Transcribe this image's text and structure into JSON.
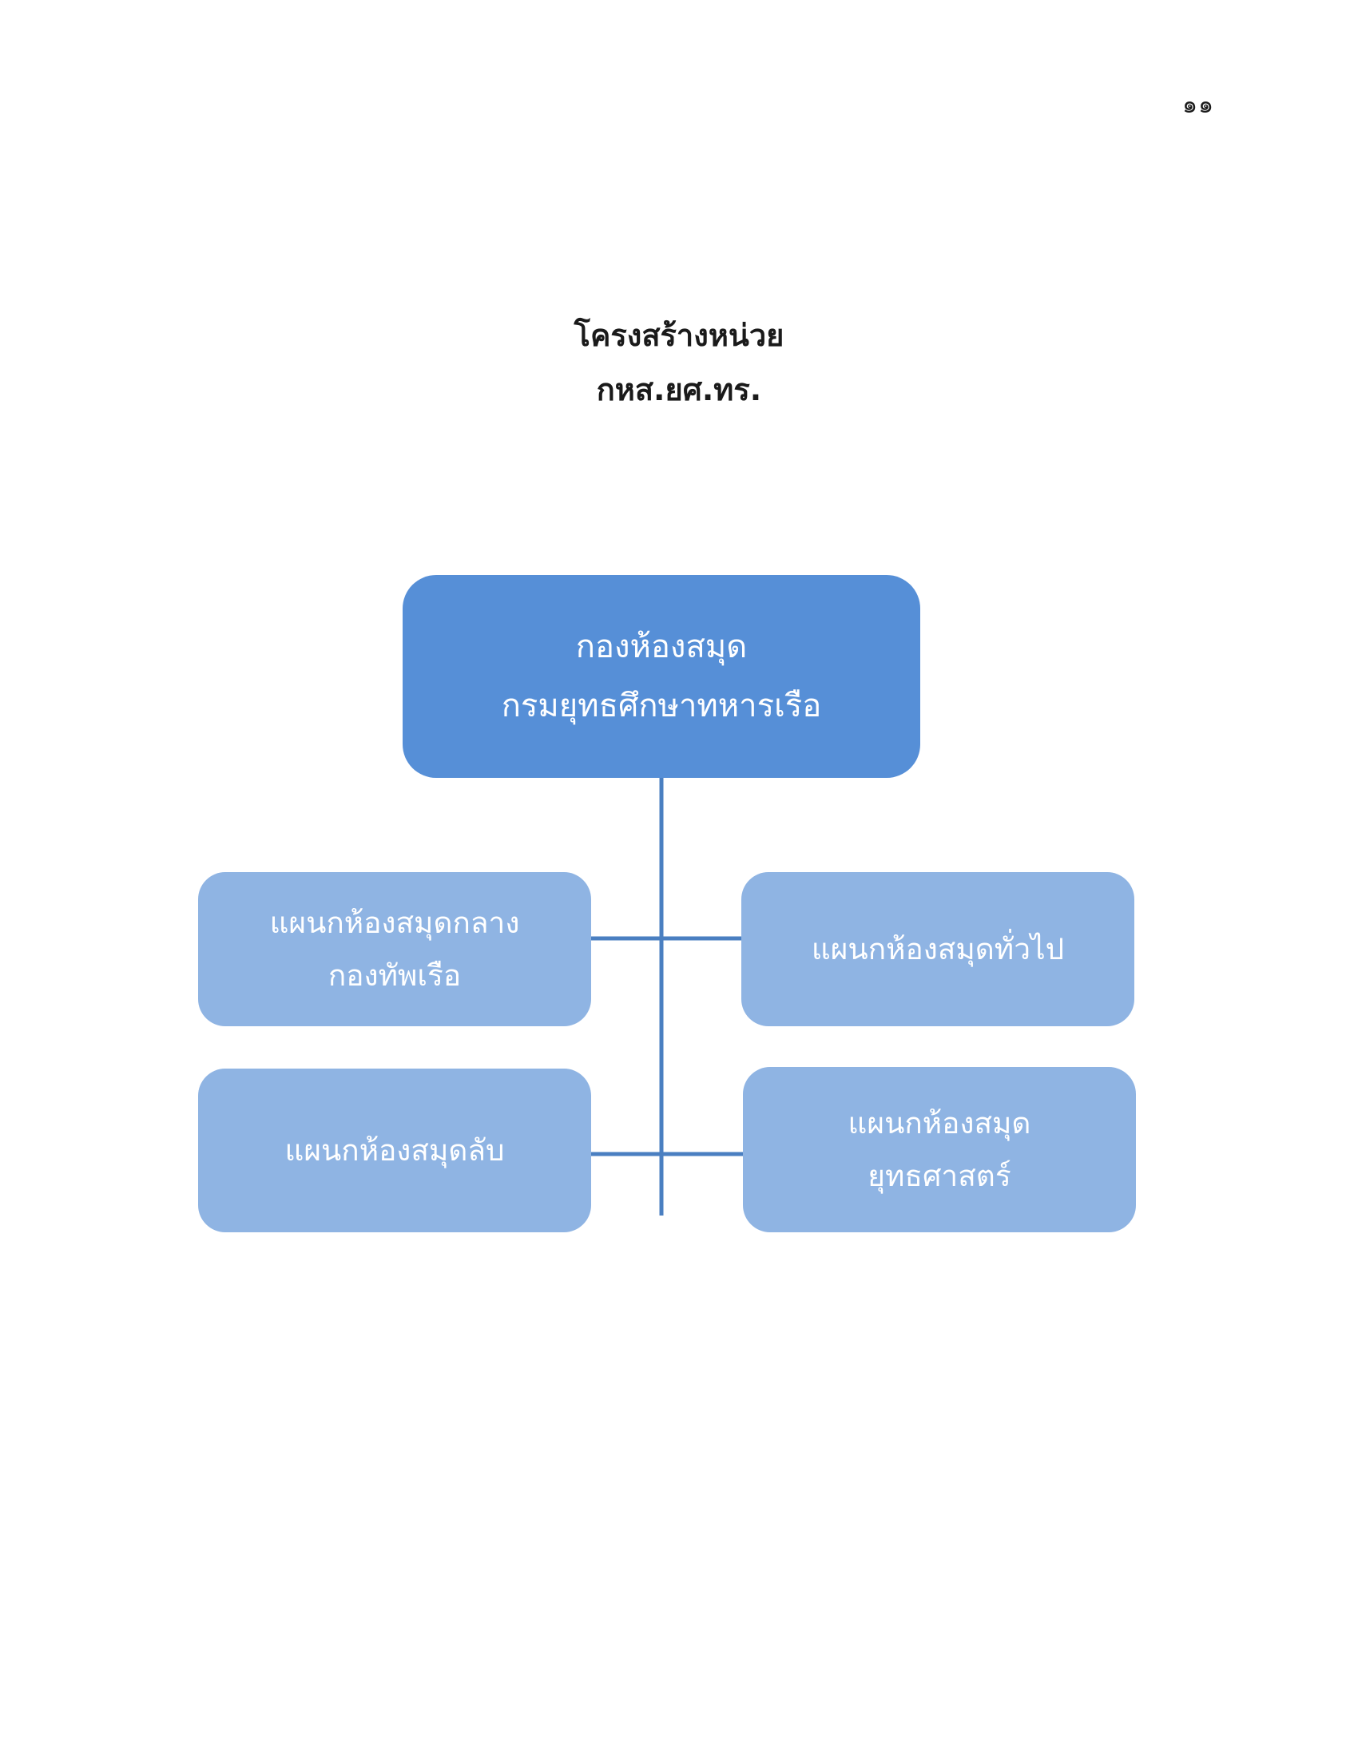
{
  "page": {
    "number": "๑๑"
  },
  "heading": {
    "line1": "โครงสร้างหน่วย",
    "line2": "กหส.ยศ.ทร."
  },
  "org_chart": {
    "line_color": "#4a7fc1",
    "root": {
      "color": "#568fd7",
      "line1": "กองห้องสมุด",
      "line2": "กรมยุทธศึกษาทหารเรือ"
    },
    "units_color": "#8fb4e3",
    "units": {
      "top_left": {
        "line1": "แผนกห้องสมุดกลาง",
        "line2": "กองทัพเรือ"
      },
      "top_right": {
        "line1": "แผนกห้องสมุดทั่วไป"
      },
      "bottom_left": {
        "line1": "แผนกห้องสมุดลับ"
      },
      "bottom_right": {
        "line1": "แผนกห้องสมุด",
        "line2": "ยุทธศาสตร์"
      }
    }
  }
}
